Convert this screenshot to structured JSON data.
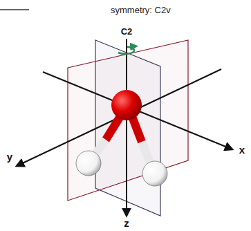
{
  "diagram": {
    "title": "symmetry: C2v",
    "labels": [
      "C2",
      "y",
      "x",
      "z"
    ]
  }
}
